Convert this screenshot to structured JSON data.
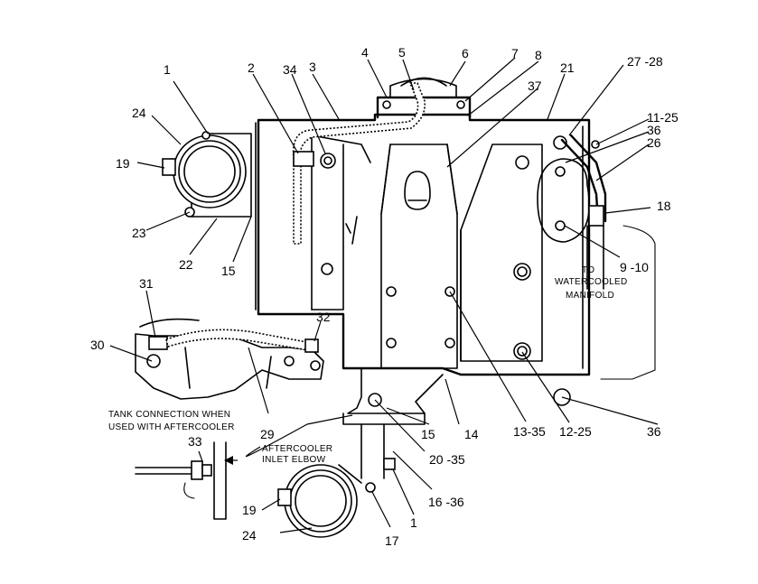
{
  "callouts": {
    "c1_top": "1",
    "c2": "2",
    "c34": "34",
    "c3": "3",
    "c4": "4",
    "c5": "5",
    "c6": "6",
    "c7": "7",
    "c8": "8",
    "c21": "21",
    "c27_28": "27 -28",
    "c11_25": "11-25",
    "c36_right_top": "36",
    "c26": "26",
    "c18": "18",
    "c37": "37",
    "c24_top": "24",
    "c19_top": "19",
    "c23": "23",
    "c22": "22",
    "c15_left": "15",
    "c9_10": "9 -10",
    "c31": "31",
    "c32": "32",
    "c30": "30",
    "c29": "29",
    "c33": "33",
    "c19_bottom": "19",
    "c24_bottom": "24",
    "c17": "17",
    "c1_bottom": "1",
    "c16_36": "16 -36",
    "c20_35": "20 -35",
    "c15_bottom": "15",
    "c14": "14",
    "c13_35": "13-35",
    "c12_25": "12-25",
    "c36_bottom": "36"
  },
  "notes": {
    "to_manifold_1": "TO",
    "to_manifold_2": "WATERCOOLED",
    "to_manifold_3": "MANIFOLD",
    "tank_1": "TANK CONNECTION WHEN",
    "tank_2": "USED WITH AFTERCOOLER",
    "elbow_1": "AFTERCOOLER",
    "elbow_2": "INLET ELBOW"
  }
}
